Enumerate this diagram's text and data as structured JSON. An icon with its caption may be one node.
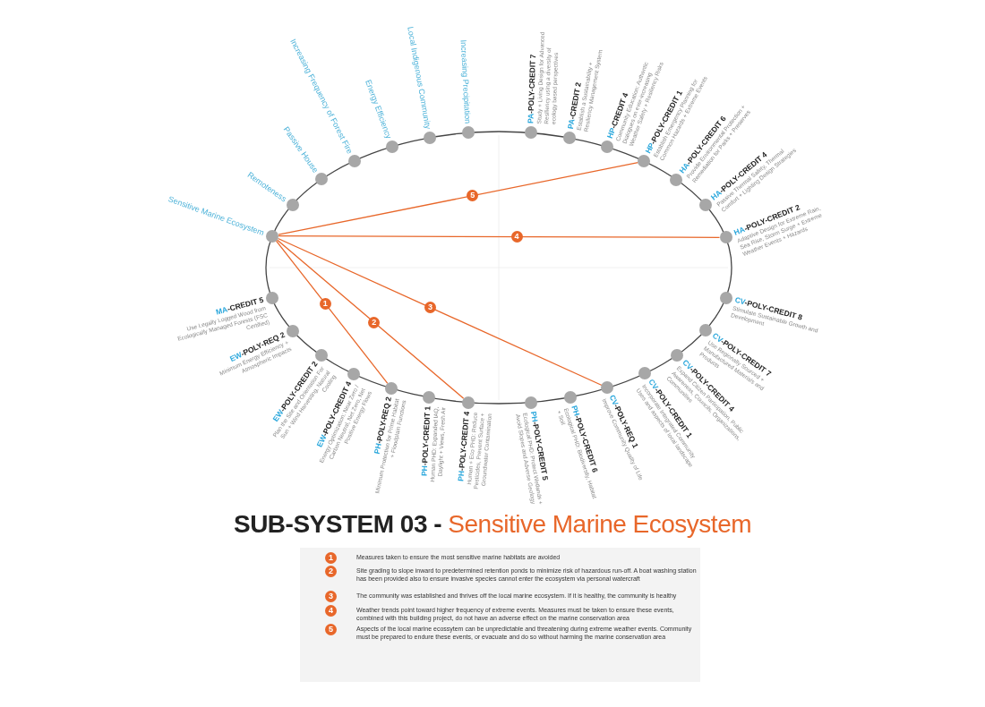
{
  "diagram": {
    "title": "SUB-SYSTEM 03 - Sensitive Marine Ecosystem",
    "nodes": [
      {
        "text": [
          "Sensitive Marine Ecosystem"
        ]
      },
      {
        "text": [
          "Remoteness"
        ]
      },
      {
        "text": [
          "Passive House"
        ]
      },
      {
        "text": [
          "Increasing Frequency of Forest Fire"
        ]
      },
      {
        "text": [
          "Energy Efficiency"
        ]
      },
      {
        "text": [
          "Local Indigenous Community"
        ]
      },
      {
        "text": [
          "Increasing Precipitation"
        ]
      },
      {
        "text": [
          "PA-POLY-CREDIT 7",
          "Study + Living Design for Advanced Resiliency using a diversity of ecology based perspectives"
        ]
      },
      {
        "text": [
          "PA-CREDIT 2",
          "Establish a Sustainability + Resiliency Management System"
        ]
      },
      {
        "text": [
          "HP-CREDIT 4",
          "Community Education: Authentic Dialogues on ever-increasing Weather Safety + Resiliency Risks"
        ]
      },
      {
        "text": [
          "HP-POLY-CREDIT 1",
          "Establish Emergency Planning for Common Hazards + Extreme Events"
        ]
      },
      {
        "text": [
          "HA-POLY-CREDIT 6",
          "Provide Environmental Protection + Remediation for Parks + Preserves"
        ]
      },
      {
        "text": [
          "HA-POLY-CREDIT 4",
          "Passive Thermal Safety, Thermal Comfort + Lighting Design Strategies"
        ]
      },
      {
        "text": [
          "HA-POLY-CREDIT 2",
          "Adaptive Design for Extreme Rain, Sea Rise, Storm Surge + Extreme Weather Events + Hazards"
        ]
      },
      {
        "text": [
          "CV-POLY-CREDIT 8",
          "Stimulate Sustainable Growth and Development"
        ]
      },
      {
        "text": [
          "CV-POLY-CREDIT 7",
          "Use Regionally Sourced + Manufactured Materials and Products"
        ]
      },
      {
        "text": [
          "CV-POLY-CREDIT 4",
          "Expand Citizen Participation, Public Awareness, Councils, Organizations, Communities"
        ]
      },
      {
        "text": [
          "CV-POLY-CREDIT 1",
          "Incorporate Integrated Community Uses and aspects of local landscape"
        ]
      },
      {
        "text": [
          "CV-POLY-REQ 1",
          "Improve Community Quality of Life"
        ]
      },
      {
        "text": [
          "PH-POLY-CREDIT 6",
          "Ecological PHD: Biodiversity, Habitat + Soil"
        ]
      },
      {
        "text": [
          "PH-POLY-CREDIT 5",
          "Ecological PHD: Protect Wetlands + Avoid Slopes and Adverse Geology"
        ]
      },
      {
        "text": [
          "PH-POLY-CREDIT 4",
          "Human + Eco PHD: Reduce Pesticides, Prevent Surface + Groundwater Contamination"
        ]
      },
      {
        "text": [
          "PH-POLY-CREDIT 1",
          "Human PHD: Expanded IAQ, Daylight + Views, Fresh Air"
        ]
      },
      {
        "text": [
          "PH-POLY-REQ 2",
          "Minimum Protection for Prime Habitat + Floodplain Functions"
        ]
      },
      {
        "text": [
          "EW-POLY-CREDIT 4",
          "Energy Optimization: Near Zero / Carbon Neutral, Net Zero, Net Positive Energy Flows"
        ]
      },
      {
        "text": [
          "EW-POLY-CREDIT 2",
          "Plan the Site and Orientation For Sun + Wind Harvesting, Natural Cooling"
        ]
      },
      {
        "text": [
          "EW-POLY-REQ 2",
          "Minimum Energy Efficiency + Atmospheric Impacts"
        ]
      },
      {
        "text": [
          "MA-CREDIT 5",
          "Use Legally Logged Wood from Ecologically Managed Forests (FSC Certified)"
        ]
      }
    ],
    "edges": [
      {
        "from": 0,
        "to": 10,
        "arrow": "none",
        "label": "5"
      },
      {
        "from": 0,
        "to": 13,
        "arrow": "none",
        "label": "4"
      },
      {
        "from": 0,
        "to": 23,
        "arrow": "none",
        "label": "1"
      },
      {
        "from": 0,
        "to": 21,
        "arrow": "none",
        "label": "2"
      },
      {
        "from": 0,
        "to": 18,
        "arrow": "none",
        "label": "3"
      }
    ],
    "labels": [
      "1",
      "2",
      "3",
      "4",
      "5"
    ],
    "legend": [
      {
        "text": "Measures taken to ensure the most sensitive marine habitats are avoided",
        "color": "#e8672a"
      },
      {
        "text": "Site grading to slope inward to predetermined retention ponds to minimize risk of hazardous run-off. A boat washing station has been provided also to ensure invasive species cannot enter the ecosystem via personal watercraft",
        "color": "#e8672a"
      },
      {
        "text": "The community was established and thrives off the local marine ecosystem. If it is healthy, the community is healthy",
        "color": "#e8672a"
      },
      {
        "text": "Weather trends point toward higher frequency of extreme events. Measures must be taken to ensure these events, combined with this building project, do not have an adverse effect on the marine conservation area",
        "color": "#e8672a"
      },
      {
        "text": "Aspects of the local marine ecossytem can be unpredictable and threatening during extreme weather events. Community must be prepared to endure these events, or evacuate and do so without harming the marine conservation area",
        "color": "#e8672a"
      }
    ]
  }
}
